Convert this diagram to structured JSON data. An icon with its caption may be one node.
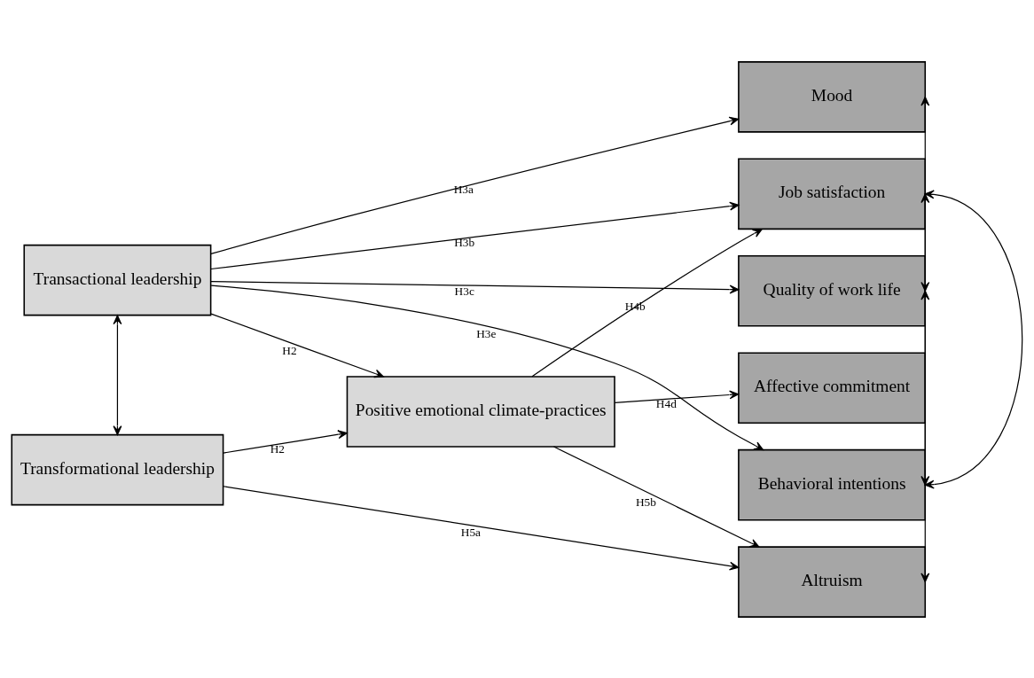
{
  "diagram": {
    "nodes": [
      {
        "text": [
          "Transactional leadership"
        ]
      },
      {
        "text": [
          "Positive emotional climate-practices"
        ]
      },
      {
        "text": [
          "Transformational leadership"
        ]
      },
      {
        "text": [
          "Mood"
        ]
      },
      {
        "text": [
          "Job satisfaction"
        ]
      },
      {
        "text": [
          "Quality of work life"
        ]
      },
      {
        "text": [
          "Affective commitment"
        ]
      },
      {
        "text": [
          "Behavioral intentions"
        ]
      },
      {
        "text": [
          "Altruism"
        ]
      }
    ],
    "edges": [
      {
        "from": 0,
        "to": 2,
        "arrow": "both"
      },
      {
        "from": 0,
        "to": 3,
        "arrow": "to",
        "label": "H3a"
      },
      {
        "from": 0,
        "to": 4,
        "arrow": "to",
        "label": "H3b"
      },
      {
        "from": 0,
        "to": 5,
        "arrow": "to",
        "label": "H3c"
      },
      {
        "from": 0,
        "to": 1,
        "arrow": "to",
        "label": "H2"
      },
      {
        "from": 0,
        "to": 7,
        "arrow": "to",
        "label": "H3e"
      },
      {
        "from": 2,
        "to": 1,
        "arrow": "to",
        "label": "H2"
      },
      {
        "from": 1,
        "to": 4,
        "arrow": "to",
        "label": "H4b"
      },
      {
        "from": 1,
        "to": 6,
        "arrow": "to",
        "label": "H4d"
      },
      {
        "from": 1,
        "to": 8,
        "arrow": "to",
        "label": "H5b"
      },
      {
        "from": 2,
        "to": 8,
        "arrow": "to",
        "label": "H5a"
      },
      {
        "from": 3,
        "to": 5,
        "arrow": "both"
      },
      {
        "from": 4,
        "to": 7,
        "arrow": "both"
      },
      {
        "from": 4,
        "to": 8,
        "arrow": "both"
      },
      {
        "from": 5,
        "to": 7,
        "arrow": "both"
      }
    ]
  }
}
